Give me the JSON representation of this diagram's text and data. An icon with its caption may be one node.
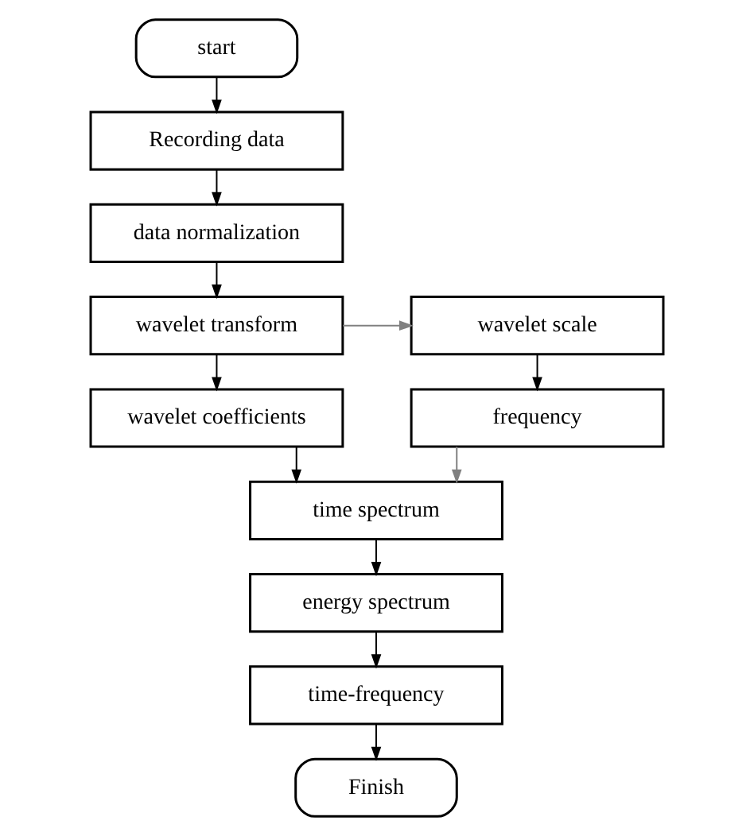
{
  "diagram": {
    "nodes": [
      {
        "text": [
          "start"
        ]
      },
      {
        "text": [
          "Recording data"
        ]
      },
      {
        "text": [
          "data normalization"
        ]
      },
      {
        "text": [
          "wavelet transform"
        ]
      },
      {
        "text": [
          "wavelet scale"
        ]
      },
      {
        "text": [
          "wavelet coefficients"
        ]
      },
      {
        "text": [
          "frequency"
        ]
      },
      {
        "text": [
          "time spectrum"
        ]
      },
      {
        "text": [
          "energy spectrum"
        ]
      },
      {
        "text": [
          "time-frequency"
        ]
      },
      {
        "text": [
          "Finish"
        ]
      }
    ],
    "edges": [
      {
        "from": 0,
        "to": 1,
        "arrow": "to"
      },
      {
        "from": 1,
        "to": 2,
        "arrow": "to"
      },
      {
        "from": 2,
        "to": 3,
        "arrow": "to"
      },
      {
        "from": 3,
        "to": 4,
        "arrow": "to",
        "color": "#808080"
      },
      {
        "from": 3,
        "to": 5,
        "arrow": "to"
      },
      {
        "from": 4,
        "to": 6,
        "arrow": "to"
      },
      {
        "from": 5,
        "to": 7,
        "arrow": "to"
      },
      {
        "from": 6,
        "to": 7,
        "arrow": "to",
        "color": "#808080"
      },
      {
        "from": 7,
        "to": 8,
        "arrow": "to"
      },
      {
        "from": 8,
        "to": 9,
        "arrow": "to"
      },
      {
        "from": 9,
        "to": 10,
        "arrow": "to"
      }
    ]
  }
}
